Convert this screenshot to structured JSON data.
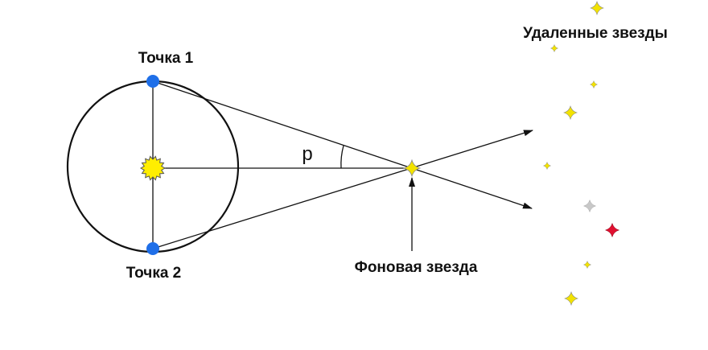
{
  "labels": {
    "point1": "Точка 1",
    "point2": "Точка 2",
    "parallax": "p",
    "background_star": "Фоновая звезда",
    "distant_stars": "Удаленные звезды"
  },
  "colors": {
    "line": "#111111",
    "point": "#1f6fe8",
    "sun": "#ffee00",
    "star_yellow": "#f2e200",
    "star_gray": "#c8c8c8",
    "star_red": "#e01030"
  }
}
